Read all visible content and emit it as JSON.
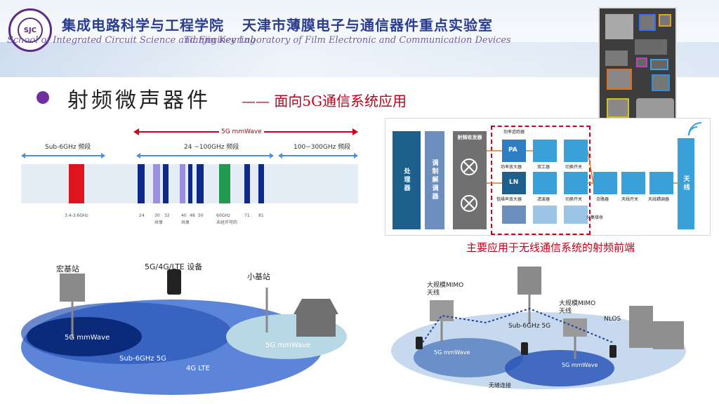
{
  "header": {
    "logo_text": "SJC",
    "college_cn": "集成电路科学与工程学院",
    "lab_cn": "天津市薄膜电子与通信器件重点实验室",
    "college_en": "School of Integrated Circuit Science and Engineering",
    "lab_en": "Tianjin Key Laboratory of Film Electronic and Communication Devices"
  },
  "title": "射频微声器件",
  "subtitle": "—— 面向5G通信系统应用",
  "spectrum": {
    "mmwave": "5G mmWave",
    "sub6": "Sub-6GHz 频段",
    "band24_100": "24 ~100GHz 频段",
    "band100_300": "100~300GHz 频段",
    "sub6_range": "3.4-3.6GHz",
    "ticks": [
      "24",
      "30",
      "32",
      "40",
      "48",
      "50",
      "60GHz",
      "71",
      "81"
    ],
    "shared1": "共享",
    "shared2": "共享",
    "unlicensed": "未经许可的"
  },
  "block_diagram": {
    "processor": "处理器",
    "modem": "调制解调器",
    "transceiver": "射频收发器",
    "antenna": "天线",
    "power_tracker": "功率追踪器",
    "pa": "功率放大器",
    "duplexer": "双工器",
    "switch1": "切换开关",
    "lna": "低噪声放大器",
    "filter": "滤波器",
    "switch2": "切换开关",
    "diversity": "分集接收",
    "combiner": "合路器",
    "ant_switch": "天线开关",
    "ant_tuner": "天线耦调器",
    "pa_glyph": "PA",
    "ln_glyph": "LN"
  },
  "caption": "主要应用于无线通信系统的射频前端",
  "scene_left": {
    "macro": "宏基站",
    "device": "5G/4G/LTE 设备",
    "small": "小基站",
    "mmwave1": "5G mmWave",
    "sub6": "Sub-6GHz 5G",
    "lte": "4G LTE",
    "mmwave2": "5G mmWave"
  },
  "scene_right": {
    "mimo1": "大规模MIMO\n天线",
    "mimo2": "大规模MIMO\n天线",
    "sub6": "Sub-6GHz 5G",
    "nlos": "NLOS",
    "mmwave1": "5G mmWave",
    "mmwave2": "5G mmWave",
    "seamless": "无缝连接"
  },
  "colors": {
    "title_red": "#c0001a",
    "header_blue": "#2a3d8f",
    "bullet_purple": "#6f2fa0",
    "band_navy": "#0d2a8a",
    "band_red": "#e0141e",
    "band_green": "#1f9a4e",
    "band_lilac": "#9b8fe0"
  }
}
